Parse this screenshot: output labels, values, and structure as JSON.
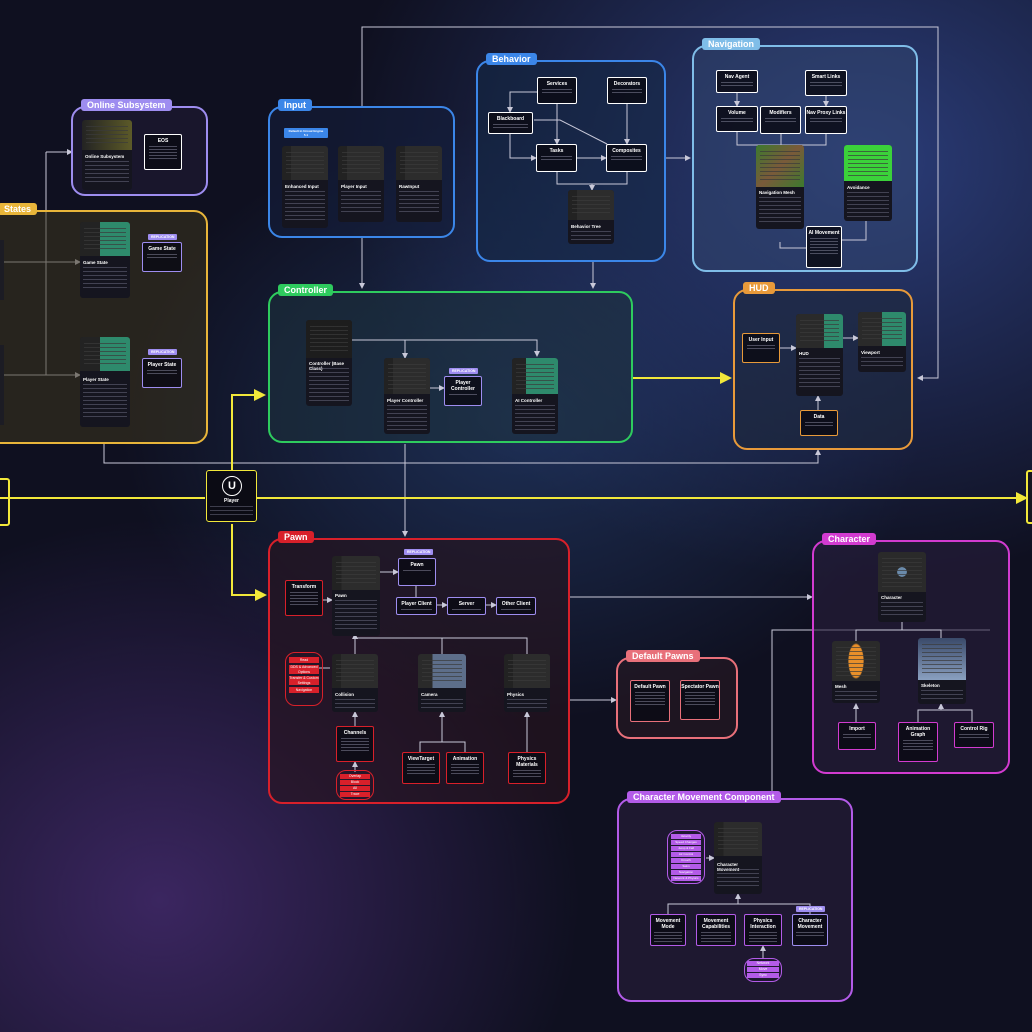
{
  "colors": {
    "states": "#e8b53a",
    "online": "#9e8df0",
    "input": "#3b86e8",
    "behavior": "#3b86e8",
    "navigation": "#7fbde8",
    "controller": "#2ecb5e",
    "hud": "#e89a3a",
    "pawn": "#d8202a",
    "default_pawns": "#e8707a",
    "character": "#d23bd0",
    "movement": "#b35be8",
    "wire": "#c8c8d8",
    "player_wire": "#f2e83a",
    "replication": "#9e8df0"
  },
  "groups": {
    "states": "States",
    "online": "Online Subsystem",
    "input": "Input",
    "behavior": "Behavior",
    "navigation": "Navigation",
    "controller": "Controller",
    "hud": "HUD",
    "pawn": "Pawn",
    "default_pawns": "Default Pawns",
    "character": "Character",
    "movement": "Character Movement Component"
  },
  "player": {
    "label": "Player",
    "icon": "unreal-logo-icon"
  },
  "replication_tag": "REPLICATION",
  "online": {
    "card": "Online Subsystem",
    "eos": "EOS"
  },
  "states": {
    "game_state_card": "Game State",
    "player_state_card": "Player State",
    "game_state_box": "Game State",
    "player_state_box": "Player State"
  },
  "input": {
    "tag1": "Default in Unreal Engine 5.1",
    "cards": [
      "Enhanced Input",
      "Player Input",
      "RawInput"
    ]
  },
  "behavior": {
    "boxes": [
      "Services",
      "Decorators",
      "Blackboard",
      "Tasks",
      "Composites"
    ],
    "card": "Behavior Tree"
  },
  "navigation": {
    "boxes": [
      "Nav Agent",
      "Smart Links",
      "Volume",
      "Modifiers",
      "Nav Proxy Links",
      "AI Movement"
    ],
    "cards": [
      "Navigation Mesh",
      "Avoidance"
    ]
  },
  "controller": {
    "cards": [
      "Controller (Base Class)",
      "Player Controller",
      "AI Controller"
    ],
    "player_controller_box": "Player Controller"
  },
  "hud": {
    "user_input": "User Input",
    "hud": "HUD",
    "viewport": "Viewport",
    "data": "Data"
  },
  "pawn": {
    "transform": "Transform",
    "pawn_card": "Pawn",
    "pawn_box": "Pawn",
    "player_client": "Player Client",
    "server": "Server",
    "other_client": "Other Client",
    "collision_pill": [
      "Read",
      "DDS & Advanced Options",
      "Transfer & Custom Settings",
      "Navigation"
    ],
    "cards": [
      "Collision",
      "Camera",
      "Physics"
    ],
    "channels": "Channels",
    "channels_pill": [
      "Overlap",
      "Block",
      "All",
      "Trace"
    ],
    "view_target": "ViewTarget",
    "animation": "Animation",
    "physics_materials": "Physics Materials"
  },
  "default_pawns": {
    "default_pawn": "Default Pawn",
    "spectator_pawn": "Spectator Pawn"
  },
  "character": {
    "cards": [
      "Character",
      "Mesh",
      "Skeleton"
    ],
    "import": "Import",
    "animation_graph": "Animation Graph",
    "control_rig": "Control Rig"
  },
  "movement": {
    "card": "Character Movement",
    "pill": [
      "Velocity",
      "Speed Changes",
      "Jump & Fall",
      "Air Control",
      "Crouch",
      "Swim",
      "Navigation",
      "Network & Physics"
    ],
    "boxes": [
      "Movement Mode",
      "Movement Capabilities",
      "Physics Interaction",
      "Character Movement"
    ],
    "bottom_pill": [
      "Network",
      "Move",
      "Sync"
    ]
  }
}
